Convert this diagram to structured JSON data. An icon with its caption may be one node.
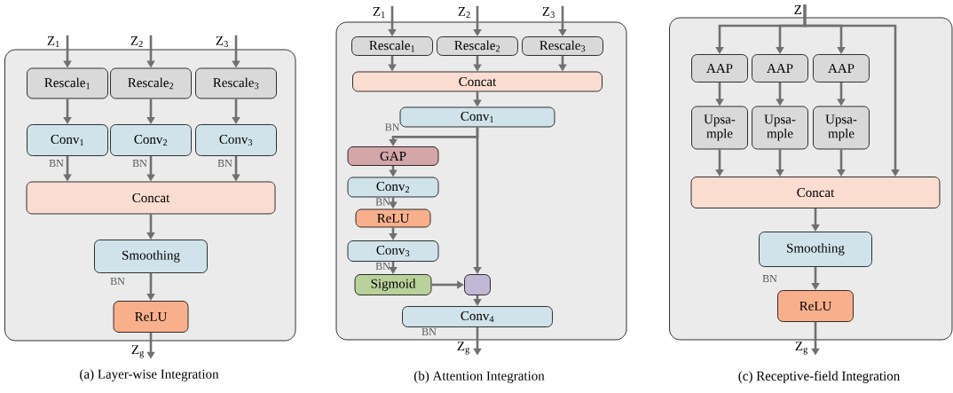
{
  "diagram": {
    "nodes": [
      {
        "text": [
          "(a) Layer-wise Integration"
        ]
      },
      {
        "text": [
          "Z$_{1}$"
        ]
      },
      {
        "text": [
          "Z$_{2}$"
        ]
      },
      {
        "text": [
          "Z$_{3}$"
        ]
      },
      {
        "text": [
          "Rescale$_{1}$"
        ],
        "in": 0
      },
      {
        "text": [
          "Rescale$_{2}$"
        ],
        "in": 0
      },
      {
        "text": [
          "Rescale$_{3}$"
        ],
        "in": 0
      },
      {
        "text": [
          "Conv$_{1}$"
        ],
        "in": 0
      },
      {
        "text": [
          "Conv$_{2}$"
        ],
        "in": 0
      },
      {
        "text": [
          "Conv$_{3}$"
        ],
        "in": 0
      },
      {
        "text": [
          "Concat"
        ],
        "in": 0
      },
      {
        "text": [
          "Smoothing"
        ],
        "in": 0
      },
      {
        "text": [
          "ReLU"
        ],
        "in": 0
      },
      {
        "text": [
          "Z$_{g}$"
        ]
      },
      {
        "text": [
          "(b) Attention Integration"
        ]
      },
      {
        "text": [
          "Z$_{1}$"
        ]
      },
      {
        "text": [
          "Z$_{2}$"
        ]
      },
      {
        "text": [
          "Z$_{3}$"
        ]
      },
      {
        "text": [
          "Rescale$_{1}$"
        ],
        "in": 14
      },
      {
        "text": [
          "Rescale$_{2}$"
        ],
        "in": 14
      },
      {
        "text": [
          "Rescale$_{3}$"
        ],
        "in": 14
      },
      {
        "text": [
          "Concat"
        ],
        "in": 14
      },
      {
        "text": [
          "Conv$_{1}$"
        ],
        "in": 14
      },
      {
        "text": [
          "GAP"
        ],
        "in": 14
      },
      {
        "text": [
          "Conv$_{2}$"
        ],
        "in": 14
      },
      {
        "text": [
          "ReLU"
        ],
        "in": 14
      },
      {
        "text": [
          "Conv$_{3}$"
        ],
        "in": 14
      },
      {
        "text": [
          "Sigmoid"
        ],
        "in": 14
      },
      {
        "text": [],
        "shape": "box",
        "in": 14
      },
      {
        "text": [
          "Conv$_{4}$"
        ],
        "in": 14
      },
      {
        "text": [
          "Z$_{g}$"
        ]
      },
      {
        "text": [
          "(c) Receptive-field Integration"
        ]
      },
      {
        "text": [
          "Z"
        ]
      },
      {
        "text": [
          "AAP"
        ],
        "in": 31
      },
      {
        "text": [
          "AAP"
        ],
        "in": 31
      },
      {
        "text": [
          "AAP"
        ],
        "in": 31
      },
      {
        "text": [
          "Upsa- mple"
        ],
        "in": 31
      },
      {
        "text": [
          "Upsa- mple"
        ],
        "in": 31
      },
      {
        "text": [
          "Upsa- mple"
        ],
        "in": 31
      },
      {
        "text": [
          "Concat"
        ],
        "in": 31
      },
      {
        "text": [
          "Smoothing"
        ],
        "in": 31
      },
      {
        "text": [
          "ReLU"
        ],
        "in": 31
      },
      {
        "text": [
          "Z$_{g}$"
        ]
      }
    ],
    "edges": [
      {
        "from": 1,
        "to": 4,
        "arrow": "to"
      },
      {
        "from": 2,
        "to": 5,
        "arrow": "to"
      },
      {
        "from": 3,
        "to": 6,
        "arrow": "to"
      },
      {
        "from": 4,
        "to": 7,
        "arrow": "to"
      },
      {
        "from": 5,
        "to": 8,
        "arrow": "to"
      },
      {
        "from": 6,
        "to": 9,
        "arrow": "to"
      },
      {
        "from": 7,
        "to": 10,
        "arrow": "to",
        "label": "BN"
      },
      {
        "from": 8,
        "to": 10,
        "arrow": "to",
        "label": "BN"
      },
      {
        "from": 9,
        "to": 10,
        "arrow": "to",
        "label": "BN"
      },
      {
        "from": 10,
        "to": 11,
        "arrow": "to"
      },
      {
        "from": 11,
        "to": 12,
        "arrow": "to",
        "label": "BN"
      },
      {
        "from": 12,
        "to": 13,
        "arrow": "to"
      },
      {
        "from": 15,
        "to": 18,
        "arrow": "to"
      },
      {
        "from": 16,
        "to": 19,
        "arrow": "to"
      },
      {
        "from": 17,
        "to": 20,
        "arrow": "to"
      },
      {
        "from": 18,
        "to": 21,
        "arrow": "to"
      },
      {
        "from": 19,
        "to": 21,
        "arrow": "to"
      },
      {
        "from": 20,
        "to": 21,
        "arrow": "to"
      },
      {
        "from": 21,
        "to": 22,
        "arrow": "to"
      },
      {
        "from": 22,
        "to": 23,
        "arrow": "to",
        "label": "BN"
      },
      {
        "from": 22,
        "to": 28,
        "arrow": "to"
      },
      {
        "from": 23,
        "to": 24,
        "arrow": "to"
      },
      {
        "from": 24,
        "to": 25,
        "arrow": "to",
        "label": "BN"
      },
      {
        "from": 25,
        "to": 26,
        "arrow": "to"
      },
      {
        "from": 26,
        "to": 27,
        "arrow": "to",
        "label": "BN"
      },
      {
        "from": 27,
        "to": 28,
        "arrow": "to"
      },
      {
        "from": 28,
        "to": 29,
        "arrow": "to"
      },
      {
        "from": 29,
        "to": 30,
        "arrow": "to",
        "label": "BN"
      },
      {
        "from": 32,
        "to": 33,
        "arrow": "to"
      },
      {
        "from": 32,
        "to": 34,
        "arrow": "to"
      },
      {
        "from": 32,
        "to": 35,
        "arrow": "to"
      },
      {
        "from": 32,
        "to": 39,
        "arrow": "to"
      },
      {
        "from": 33,
        "to": 36,
        "arrow": "to"
      },
      {
        "from": 34,
        "to": 37,
        "arrow": "to"
      },
      {
        "from": 35,
        "to": 38,
        "arrow": "to"
      },
      {
        "from": 36,
        "to": 39,
        "arrow": "to"
      },
      {
        "from": 37,
        "to": 39,
        "arrow": "to"
      },
      {
        "from": 38,
        "to": 39,
        "arrow": "to"
      },
      {
        "from": 39,
        "to": 40,
        "arrow": "to"
      },
      {
        "from": 40,
        "to": 41,
        "arrow": "to",
        "label": "BN"
      },
      {
        "from": 41,
        "to": 42,
        "arrow": "to"
      }
    ]
  }
}
